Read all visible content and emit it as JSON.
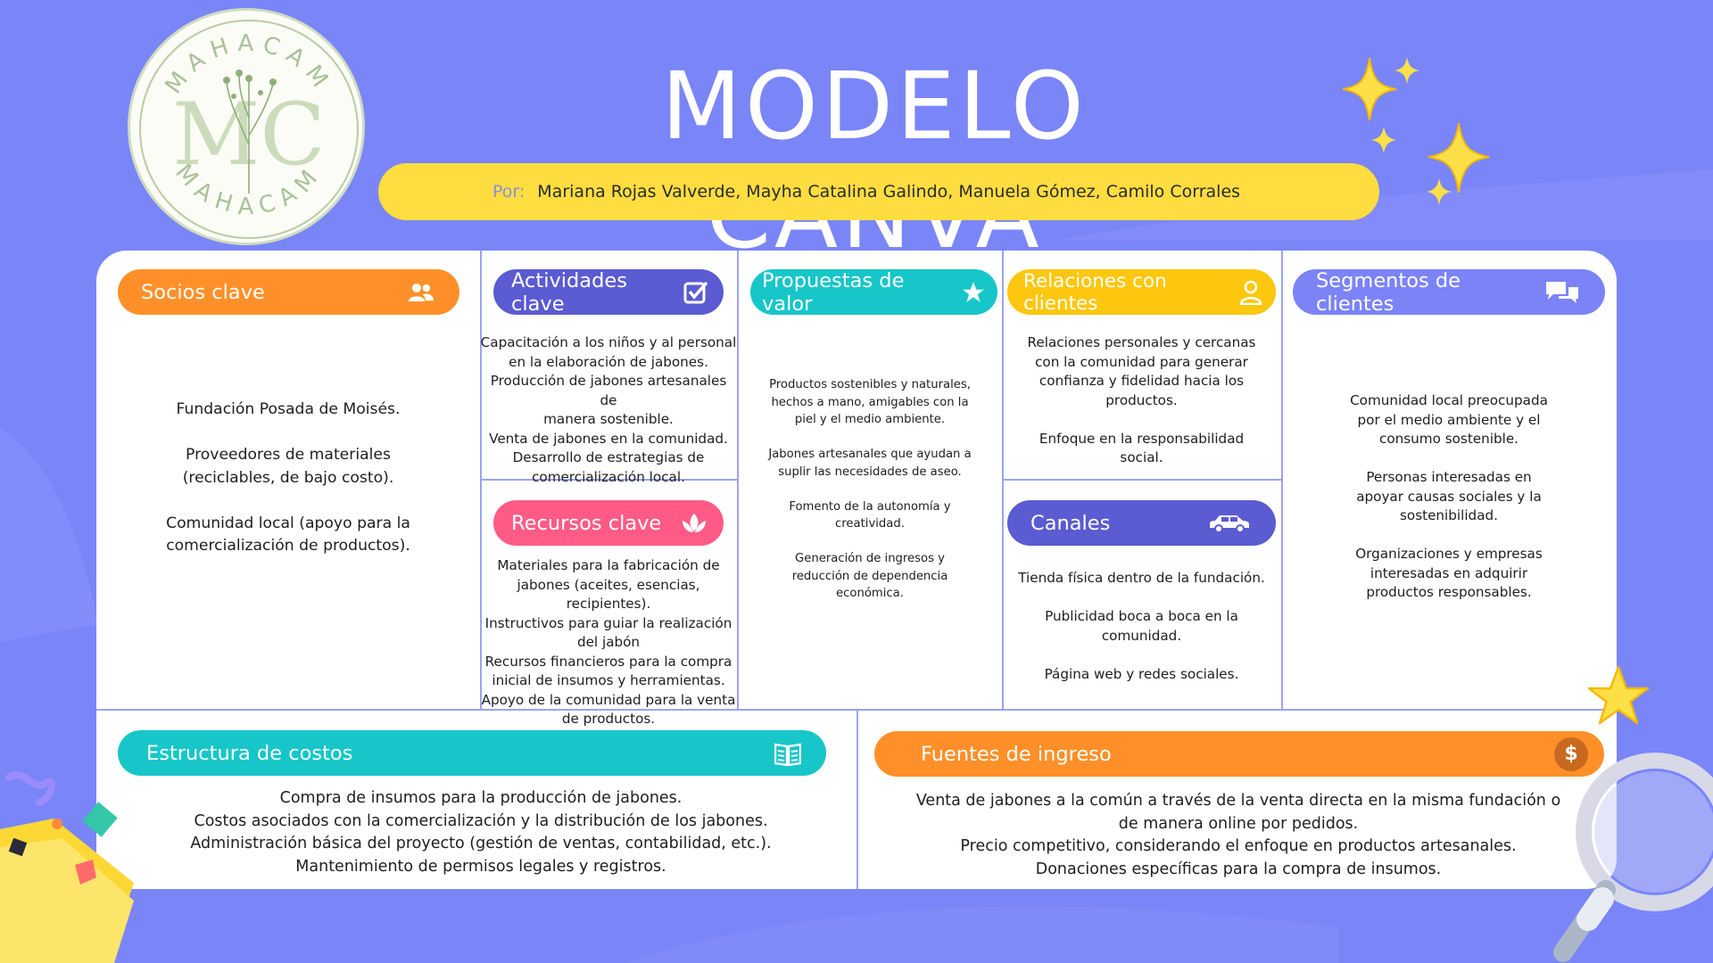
{
  "logo": {
    "top_text": "MAHACAM",
    "bottom_text": "MAHACAM",
    "monogram": "MC"
  },
  "header": {
    "title": "MODELO CANVA",
    "by_label": "Por:",
    "authors": "Mariana Rojas Valverde, Mayha Catalina Galindo, Manuela Gómez, Camilo Corrales"
  },
  "colors": {
    "background": "#7a85f8",
    "yellow": "#fedd40",
    "orange": "#ff9029",
    "indigo": "#5b5bd2",
    "teal": "#17c6c8",
    "pink": "#ff5b86",
    "periwinkle": "#7b83f7"
  },
  "sections": {
    "socios": {
      "title": "Socios clave",
      "icon": "people-icon",
      "content": "Fundación Posada de Moisés.\n\nProveedores de materiales\n(reciclables, de bajo costo).\n\nComunidad local (apoyo para la\ncomercialización de productos)."
    },
    "actividades": {
      "title": "Actividades clave",
      "icon": "checkbox-icon",
      "content": "Capacitación a los niños y al personal\nen la elaboración de jabones.\nProducción de jabones artesanales de\nmanera sostenible.\nVenta de jabones en la comunidad.\nDesarrollo de estrategias de\ncomercialización local."
    },
    "recursos": {
      "title": "Recursos clave",
      "icon": "lotus-icon",
      "content": "Materiales para la fabricación de\njabones (aceites, esencias, recipientes).\nInstructivos para guiar la realización\ndel jabón\nRecursos financieros para la compra\ninicial de insumos y herramientas.\nApoyo de la comunidad para la venta\nde productos."
    },
    "propuestas": {
      "title": "Propuestas de valor",
      "icon": "star-icon",
      "content": "Productos sostenibles y naturales,\nhechos a mano, amigables con la\npiel y el medio ambiente.\n\nJabones artesanales que ayudan a\nsuplir las necesidades de aseo.\n\nFomento de la autonomía y\ncreatividad.\n\nGeneración de ingresos y\nreducción de dependencia\neconómica."
    },
    "relaciones": {
      "title": "Relaciones con clientes",
      "icon": "person-icon",
      "content": "Relaciones personales y cercanas\ncon la comunidad para generar\nconfianza y fidelidad hacia los\nproductos.\n\nEnfoque en la responsabilidad\nsocial."
    },
    "canales": {
      "title": "Canales",
      "icon": "car-icon",
      "content": "Tienda física dentro de la fundación.\n\nPublicidad boca a boca en la\ncomunidad.\n\nPágina web y redes sociales."
    },
    "segmentos": {
      "title": "Segmentos de clientes",
      "icon": "chat-bubbles-icon",
      "content": "Comunidad local preocupada\npor el medio ambiente y el\nconsumo sostenible.\n\nPersonas interesadas en\napoyar causas sociales y la\nsostenibilidad.\n\nOrganizaciones y empresas\ninteresadas en adquirir\nproductos responsables."
    },
    "costos": {
      "title": "Estructura de costos",
      "icon": "book-icon",
      "content": "Compra de insumos para la producción de jabones.\nCostos asociados con la comercialización y la distribución de los jabones.\nAdministración básica del proyecto (gestión de ventas, contabilidad, etc.).\nMantenimiento de permisos legales y registros."
    },
    "ingresos": {
      "title": "Fuentes de ingreso",
      "icon": "dollar-icon",
      "content": "Venta de jabones a la común a través de la venta directa en la misma fundación o\nde manera online por pedidos.\nPrecio competitivo, considerando el enfoque en productos artesanales.\nDonaciones específicas para la compra de insumos."
    }
  }
}
